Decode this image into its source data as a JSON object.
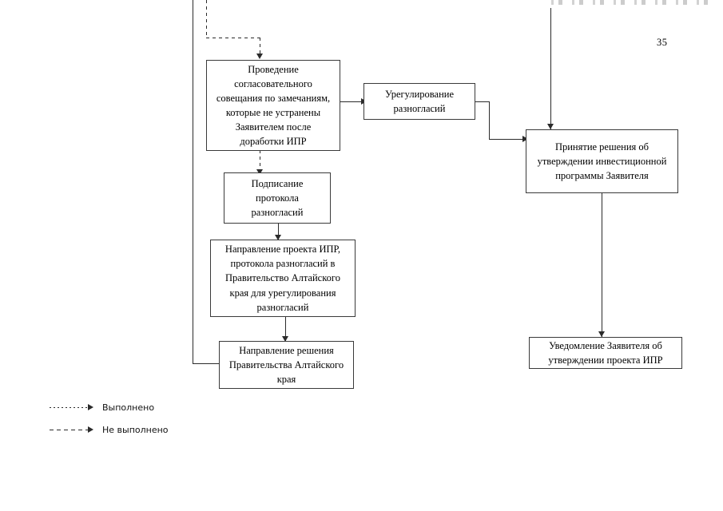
{
  "page": {
    "number": "35"
  },
  "boxes": {
    "coordination_meeting": "Проведение согласовательного совещания по замечаниям, которые не устранены Заявителем после доработки ИПР",
    "settlement_of_disputes": "Урегулирование разногласий",
    "signing_protocol": "Подписание протокола разногласий",
    "send_draft_to_government": "Направление проекта ИПР, протокола разногласий в Правительство Алтайского края для урегулирования разногласий",
    "send_government_decision": "Направление решения Правительства Алтайского края",
    "approval_decision": "Принятие решения об утверждении инвестиционной программы Заявителя",
    "applicant_notification": "Уведомление Заявителя об утверждении проекта ИПР"
  },
  "legend": {
    "items": [
      {
        "label": "Выполнено",
        "style": "solid"
      },
      {
        "label": "Не выполнено",
        "style": "dashed"
      }
    ]
  }
}
